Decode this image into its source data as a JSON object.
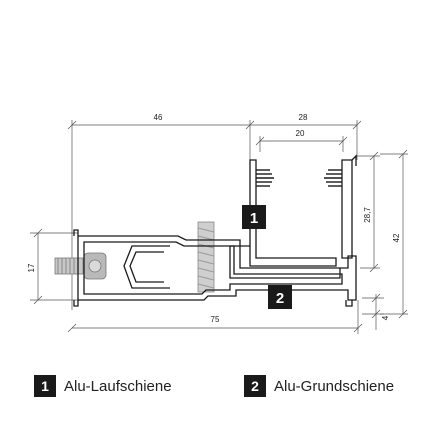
{
  "dimensions": {
    "d46": "46",
    "d28": "28",
    "d20": "20",
    "d28_7": "28,7",
    "d42": "42",
    "d17": "17",
    "d75": "75",
    "d4": "4"
  },
  "markers": {
    "m1": "1",
    "m2": "2"
  },
  "legend": [
    {
      "number": "1",
      "label": "Alu-Laufschiene"
    },
    {
      "number": "2",
      "label": "Alu-Grundschiene"
    }
  ]
}
